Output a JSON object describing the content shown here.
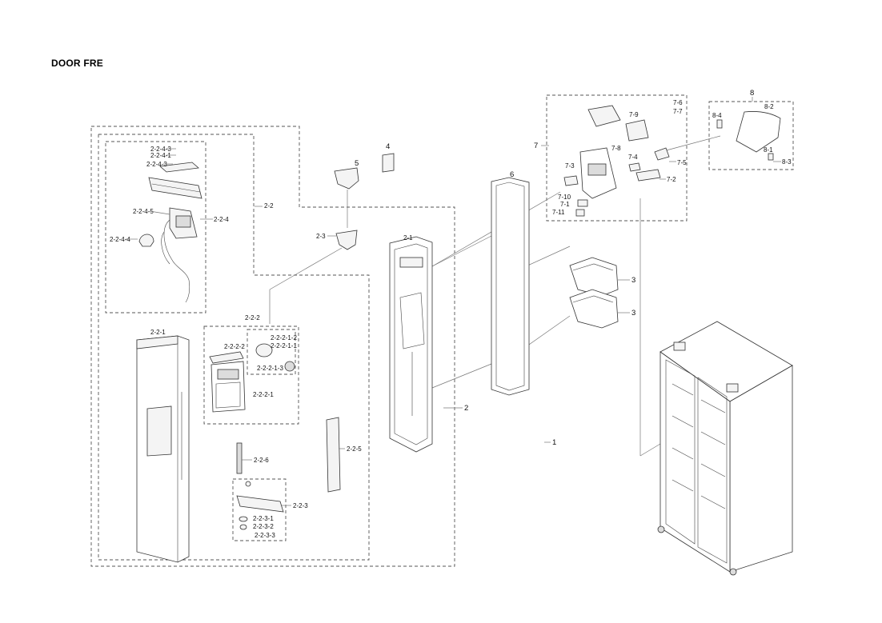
{
  "page": {
    "title": "DOOR FRE"
  },
  "labels": {
    "p1": "1",
    "p2": "2",
    "p2_1": "2-1",
    "p2_2": "2-2",
    "p2_3": "2-3",
    "p2_2_1": "2-2-1",
    "p2_2_2": "2-2-2",
    "p2_2_2_1": "2-2-2-1",
    "p2_2_2_2": "2-2-2-2",
    "p2_2_2_1_1": "2-2-2-1-1",
    "p2_2_2_1_2": "2-2-2-1-2",
    "p2_2_2_1_3": "2-2-2-1-3",
    "p2_2_3": "2-2-3",
    "p2_2_3_1": "2-2-3-1",
    "p2_2_3_2": "2-2-3-2",
    "p2_2_3_3": "2-2-3-3",
    "p2_2_4": "2-2-4",
    "p2_2_4_1": "2-2-4-1",
    "p2_2_4_3a": "2-2-4-3",
    "p2_2_4_3b": "2-2-4-3",
    "p2_2_4_4": "2-2-4-4",
    "p2_2_4_5": "2-2-4-5",
    "p2_2_5": "2-2-5",
    "p2_2_6": "2-2-6",
    "p3a": "3",
    "p3b": "3",
    "p4": "4",
    "p5": "5",
    "p6": "6",
    "p7": "7",
    "p7_1": "7-1",
    "p7_2": "7-2",
    "p7_3": "7-3",
    "p7_4": "7-4",
    "p7_5": "7-5",
    "p7_6": "7-6",
    "p7_7": "7-7",
    "p7_8": "7-8",
    "p7_9": "7-9",
    "p7_10": "7-10",
    "p7_11": "7-11",
    "p8": "8",
    "p8_1": "8-1",
    "p8_2": "8-2",
    "p8_3": "8-3",
    "p8_4": "8-4"
  }
}
